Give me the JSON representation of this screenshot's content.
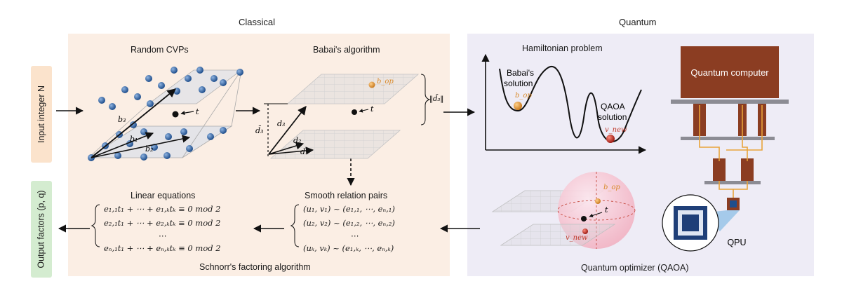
{
  "sections": {
    "classical": "Classical",
    "quantum": "Quantum"
  },
  "side_labels": {
    "input": "Input integer N",
    "output": "Output factors (p, q)"
  },
  "classical": {
    "random_cvps": {
      "title": "Random CVPs",
      "labels": {
        "b1": "b₁",
        "b2": "b₂",
        "b3": "b₃",
        "t": "t"
      }
    },
    "babai": {
      "title": "Babai's algorithm",
      "labels": {
        "bop": "b_op",
        "t": "t",
        "d1": "d₁",
        "d2": "d₂",
        "d3": "d₃",
        "d3bar": "d̄₃",
        "norm": "‖d̄₃‖"
      }
    },
    "smooth": {
      "title": "Smooth relation pairs",
      "lines": [
        "(u₁, v₁) ~ (e₁,₁, ⋯, eₙ,₁)",
        "(u₂, v₂) ~ (e₁,₂, ⋯, eₙ,₂)",
        "⋯",
        "(uₖ, vₖ) ~ (e₁,ₖ, ⋯, eₙ,ₖ)"
      ]
    },
    "linear": {
      "title": "Linear equations",
      "lines": [
        "e₁,₁t₁ + ⋯ + e₁,ₖtₖ ≡ 0 mod 2",
        "e₂,₁t₁ + ⋯ + e₂,ₖtₖ ≡ 0 mod 2",
        "⋯",
        "eₙ,₁t₁ + ⋯ + eₙ,ₖtₖ ≡ 0 mod 2"
      ]
    },
    "footer": "Schnorr's factoring algorithm"
  },
  "quantum": {
    "hamiltonian": {
      "title": "Hamiltonian problem",
      "babai_solution": [
        "Babai's",
        "solution"
      ],
      "qaoa_solution": [
        "QAOA",
        "solution"
      ],
      "bop": "b_op",
      "vnew": "v_new"
    },
    "computer": {
      "label": "Quantum computer",
      "qpu": "QPU"
    },
    "sphere": {
      "bop": "b_op",
      "t": "t",
      "vnew": "v_new"
    },
    "footer": "Quantum optimizer (QAOA)"
  },
  "colors": {
    "classical_bg": "#fbeee4",
    "quantum_bg": "#eeecf6",
    "input_box": "#fbe3cc",
    "output_box": "#d4ecd0",
    "lattice_point": "#1f4e8c",
    "computer_body": "#8b3d22",
    "wire": "#e8a33a",
    "v_new": "#c0392b",
    "b_op": "#d98a2b"
  }
}
